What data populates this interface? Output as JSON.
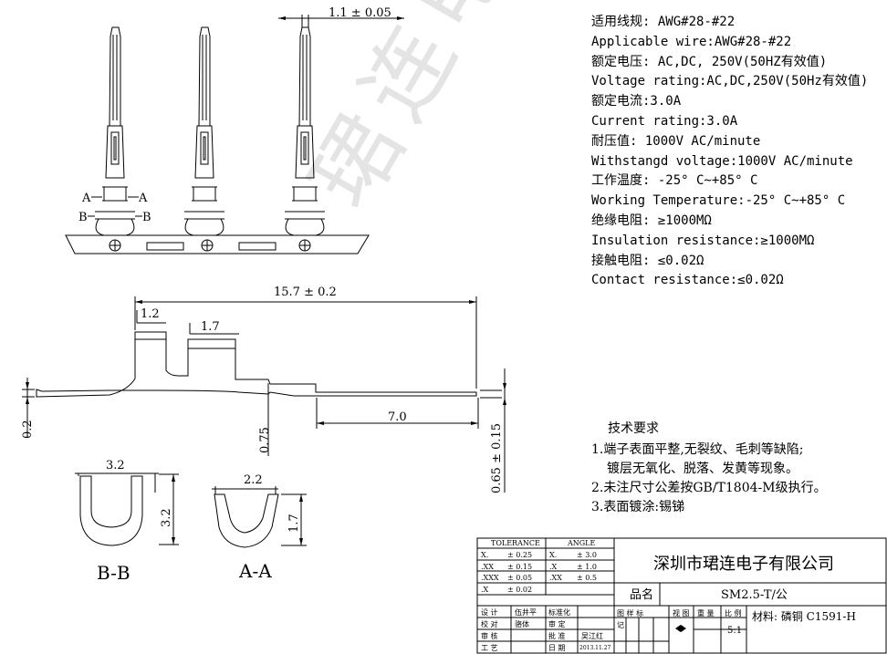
{
  "specs": {
    "lines": [
      "适用线规: AWG#28-#22",
      "Applicable wire:AWG#28-#22",
      "额定电压: AC,DC, 250V(50HZ有效值)",
      "Voltage rating:AC,DC,250V(50Hz有效值)",
      "额定电流:3.0A",
      "Current rating:3.0A",
      "耐压值: 1000V AC/minute",
      "Withstangd voltage:1000V AC/minute",
      "工作温度: -25° C~+85° C",
      "Working Temperature:-25° C~+85° C",
      "绝缘电阻: ≥1000MΩ",
      "Insulation resistance:≥1000MΩ",
      "接触电阻: ≤0.02Ω",
      "Contact resistance:≤0.02Ω"
    ]
  },
  "notes": {
    "title": "技术要求",
    "items": [
      "1.端子表面平整,无裂纹、毛刺等缺陷;",
      "镀层无氧化、脱落、发黄等现象。",
      "2.未注尺寸公差按GB/T1804-M级执行。",
      "3.表面镀涂:锡锑"
    ]
  },
  "watermark": "珺连电子",
  "dims": {
    "top_width": "1.1 ± 0.05",
    "total_length": "15.7 ± 0.2",
    "d12": "1.2",
    "d17": "1.7",
    "d70": "7.0",
    "d02": "0.2",
    "d075": "0.75",
    "d065": "0.65 ± 0.15",
    "bb_w": "3.2",
    "bb_h": "3.2",
    "aa_w": "2.2",
    "aa_h": "1.7",
    "label_a": "A",
    "label_b": "B"
  },
  "sections": {
    "bb": "B-B",
    "aa": "A-A"
  },
  "title_block": {
    "tolerance_header": "TOLERANCE",
    "angle_header": "ANGLE",
    "tol_rows": [
      [
        "X.",
        "± 0.25",
        "X.",
        "± 3.0"
      ],
      [
        ".XX",
        "± 0.15",
        ".X",
        "± 1.0"
      ],
      [
        ".XXX",
        "± 0.05",
        ".XX",
        "± 0.5"
      ],
      [
        ".X",
        "± 0.02",
        "",
        ""
      ]
    ],
    "company": "深圳市珺连电子有限公司",
    "pin_label": "品名",
    "part_name": "SM2.5-T/公",
    "design": "设  计",
    "design_name": "伍井平",
    "check": "校  对",
    "check_name": "骆体",
    "review": "审  核",
    "craft": "工  艺",
    "standard": "标准化",
    "audit": "审  定",
    "approve": "批  准",
    "approve_name": "吴江红",
    "date": "日  期",
    "date_value": "2013.11.27",
    "mark_labels": [
      "图 样 标",
      "记"
    ],
    "view": "视 图",
    "weight": "重 量",
    "scale": "比 例",
    "scale_value": "5:1",
    "material": "材料: 磷铜 C1591-H"
  }
}
